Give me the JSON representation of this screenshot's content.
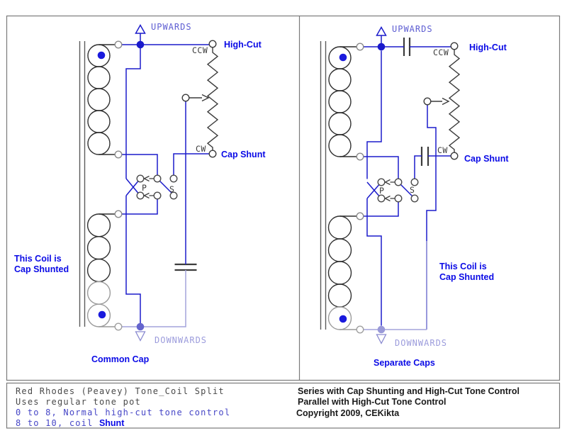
{
  "left": {
    "upwards": "UPWARDS",
    "downwards": "DOWNWARDS",
    "ccw": "CCW",
    "cw": "CW",
    "high_cut": "High-Cut",
    "cap_shunt": "Cap Shunt",
    "p": "P",
    "s": "S",
    "note1": "This Coil is",
    "note2": "Cap Shunted",
    "caption": "Common Cap"
  },
  "right": {
    "upwards": "UPWARDS",
    "downwards": "DOWNWARDS",
    "ccw": "CCW",
    "cw": "CW",
    "high_cut": "High-Cut",
    "cap_shunt": "Cap Shunt",
    "p": "P",
    "s": "S",
    "note1": "This Coil is",
    "note2": "Cap Shunted",
    "caption": "Separate Caps"
  },
  "footer": {
    "line1": "Red Rhodes (Peavey) Tone_Coil Split",
    "line2": "Uses regular tone pot",
    "line3": "0 to 8, Normal high-cut tone control",
    "line4_prefix": "8 to 10, coil ",
    "line4_shunt": "Shunt",
    "right1": "Series with Cap Shunting and High-Cut Tone Control",
    "right2": "Parallel with High-Cut Tone Control",
    "right3": "Copyright 2009, CEKikta"
  },
  "colors": {
    "wire_blue": "#1b1bcb",
    "wire_light": "#a3a3dc",
    "wire_mid": "#7575d0",
    "label_blue": "#0a0ae6",
    "cad_gray": "#4a4a4a",
    "coil_black": "#2f2f2f",
    "coil_gray": "#9a9a9a",
    "border_gray": "#7a7a7a"
  }
}
